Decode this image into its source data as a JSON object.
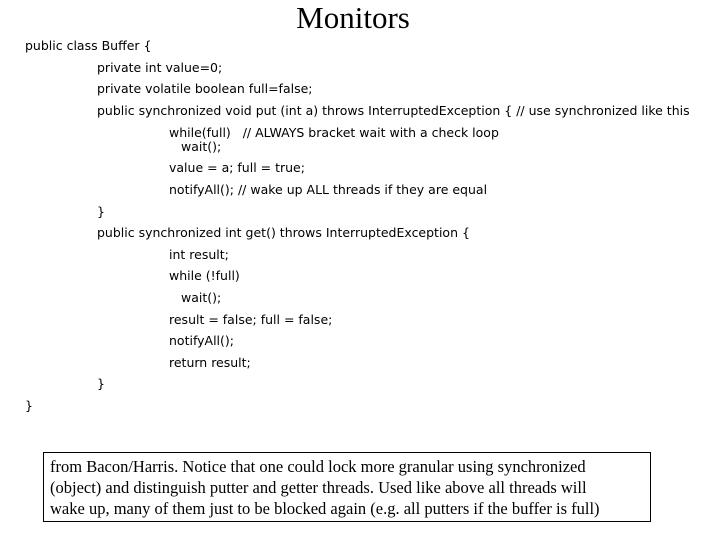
{
  "slide": {
    "title": "Monitors",
    "code_lines": [
      "public class Buffer {",
      "private int value=0;",
      "private volatile boolean full=false;",
      "public synchronized void put (int a) throws InterruptedException { // use synchronized like this",
      "while(full)   // ALWAYS bracket wait with a check loop",
      "wait();",
      "value = a; full = true;",
      "notifyAll(); // wake up ALL threads if they are equal",
      "}",
      "public synchronized int get() throws InterruptedException {",
      "int result;",
      "while (!full)",
      "wait();",
      "result = false; full = false;",
      "notifyAll();",
      "return result;",
      "}",
      "}"
    ],
    "note_lines": [
      "from Bacon/Harris. Notice that one could lock more granular using synchronized",
      "(object) and distinguish putter and getter threads. Used like above all threads will",
      "wake up, many of them just to be blocked again (e.g. all putters if the buffer is full)"
    ]
  }
}
